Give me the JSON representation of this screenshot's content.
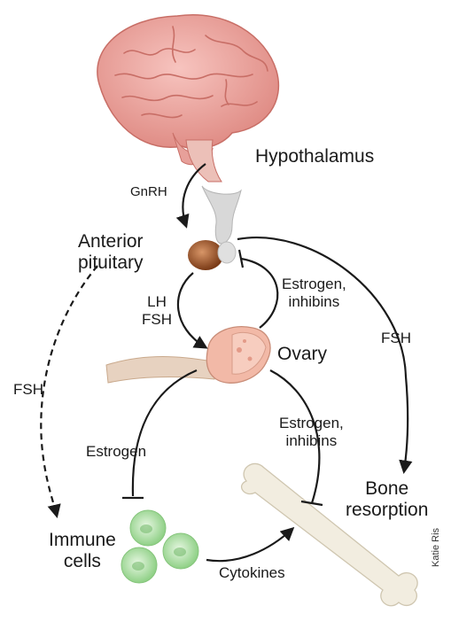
{
  "labels": {
    "hypothalamus": "Hypothalamus",
    "gnrh": "GnRH",
    "anterior_pituitary": [
      "Anterior",
      "pituitary"
    ],
    "lh_fsh": [
      "LH",
      "FSH"
    ],
    "estrogen_inhibins_top": [
      "Estrogen,",
      "inhibins"
    ],
    "ovary": "Ovary",
    "fsh_right": "FSH",
    "fsh_left": "FSH",
    "estrogen_inhibins_mid": [
      "Estrogen,",
      "inhibins"
    ],
    "estrogen_left": "Estrogen",
    "bone_resorption": [
      "Bone",
      "resorption"
    ],
    "immune_cells": [
      "Immune",
      "cells"
    ],
    "cytokines": "Cytokines"
  },
  "credit": "Katie Ris",
  "colors": {
    "brain": "#f0a6a0",
    "brain_shadow": "#d9817b",
    "pituitary": "#9c4f24",
    "ovary": "#f2b9a7",
    "tube": "#d8b89a",
    "cells": "#a8dca0",
    "bone": "#f1ecdf",
    "arrow": "#1a1a1a"
  }
}
